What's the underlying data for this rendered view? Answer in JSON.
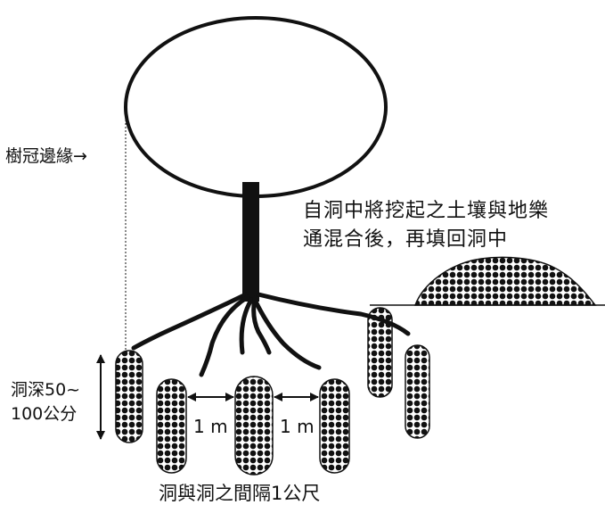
{
  "labels": {
    "crown_edge": "樹冠邊緣→",
    "soil_mix_line1": "自洞中將挖起之土壤與地樂",
    "soil_mix_line2": "通混合後，再填回洞中",
    "depth_line1": "洞深50~",
    "depth_line2": "100公分",
    "spacing_left": "1 m",
    "spacing_right": "1 m",
    "bottom_caption": "洞與洞之間隔1公尺"
  },
  "colors": {
    "ink": "#111111",
    "background": "#ffffff"
  }
}
